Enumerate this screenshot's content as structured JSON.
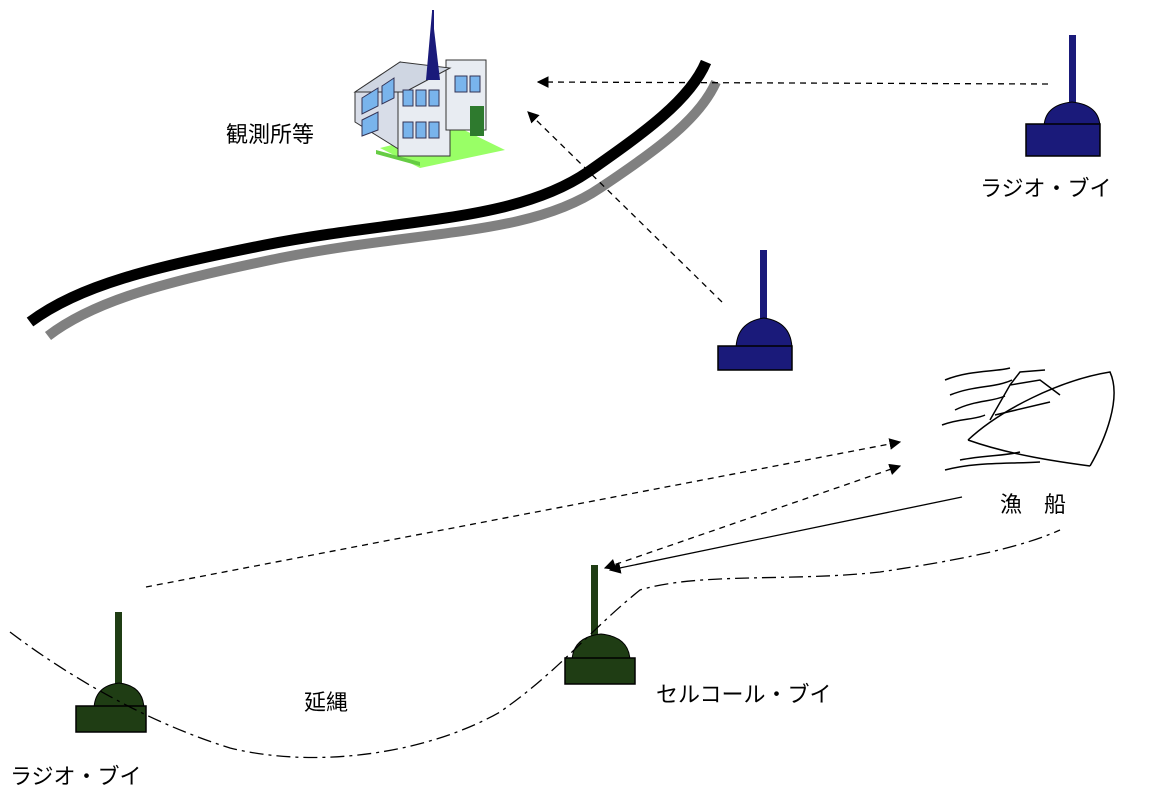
{
  "labels": {
    "observatory": "観測所等",
    "radio_buoy_top": "ラジオ・ブイ",
    "fishing_boat": "漁　船",
    "selcall_buoy": "セルコール・ブイ",
    "longline": "延縄",
    "radio_buoy_bottom": "ラジオ・ブイ"
  },
  "colors": {
    "coast_dark": "#000000",
    "coast_light": "#808080",
    "buoy_blue": "#1a1a7a",
    "buoy_green": "#1f3d14",
    "building_glass": "#79b4ec",
    "building_lawn": "#99ff66",
    "line": "#000000"
  },
  "icons": [
    "observatory-building-icon",
    "radio-buoy-icon",
    "fishing-boat-icon",
    "selcall-buoy-icon"
  ]
}
